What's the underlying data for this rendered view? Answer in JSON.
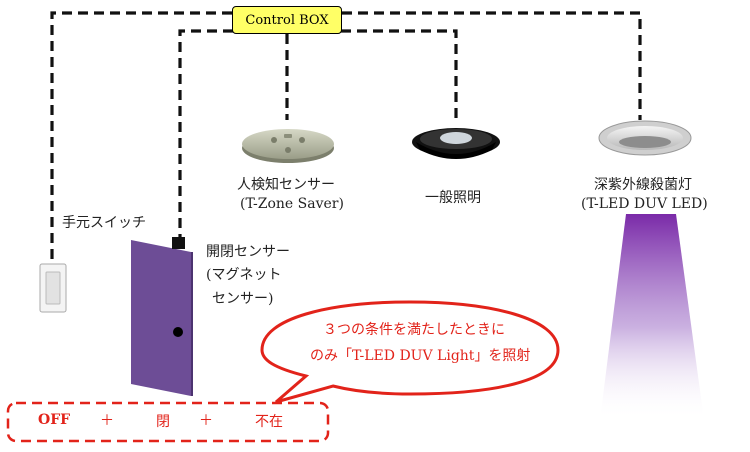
{
  "control_box": {
    "label": "Control BOX"
  },
  "devices": {
    "manual_switch": {
      "label": "手元スイッチ"
    },
    "motion_sensor": {
      "label_line1": "人検知センサー",
      "label_line2": "(T-Zone Saver)"
    },
    "general_light": {
      "label": "一般照明"
    },
    "duv_light": {
      "label_line1": "深紫外線殺菌灯",
      "label_line2": "(T-LED DUV LED)"
    },
    "door_sensor": {
      "label_line1": "開閉センサー",
      "label_line2": "(マグネット",
      "label_line3": "センサー)"
    }
  },
  "callout": {
    "line1": "３つの条件を満たしたときに",
    "line2": "のみ「T-LED DUV Light」を照射"
  },
  "conditions": {
    "items": [
      "OFF",
      "＋",
      "閉",
      "＋",
      "不在"
    ]
  },
  "colors": {
    "control_box_fill": "#ffff66",
    "door": "#6d4d96",
    "uv_beam": "#7a2aa8",
    "callout_red": "#e2231a"
  }
}
